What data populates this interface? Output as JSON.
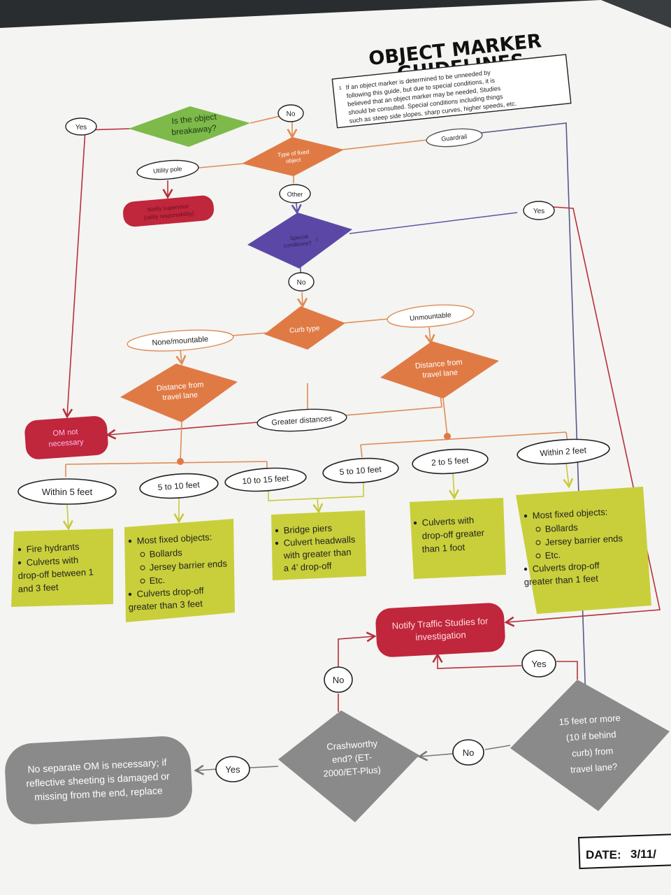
{
  "title": {
    "line1": "OBJECT MARKER",
    "line2": "GUIDELINES"
  },
  "footnote": {
    "marker": "1",
    "lines": [
      "If an object marker is determined to be unneeded by",
      "following this guide, but due to special conditions, it is",
      "believed that an object marker may be needed, Studies",
      "should be consulted. Special conditions including things",
      "such as steep side slopes, sharp curves, higher speeds, etc."
    ]
  },
  "nodes": {
    "breakaway": {
      "lines": [
        "Is the object",
        "breakaway?"
      ]
    },
    "fixed_type": {
      "lines": [
        "Type of fixed",
        "object"
      ]
    },
    "special": {
      "lines": [
        "Special",
        "conditions?"
      ],
      "superscript": "1"
    },
    "curb": {
      "lines": [
        "Curb type"
      ]
    },
    "dist_left": {
      "lines": [
        "Distance from",
        "travel lane"
      ]
    },
    "dist_right": {
      "lines": [
        "Distance from",
        "travel lane"
      ]
    },
    "notify_supervisor": {
      "lines": [
        "Notify supervisor",
        "(utility responsibility)"
      ]
    },
    "om_not": {
      "lines": [
        "OM not",
        "necessary"
      ]
    },
    "notify_studies": {
      "lines": [
        "Notify Traffic Studies for",
        "investigation"
      ]
    },
    "crashworthy": {
      "lines": [
        "Crashworthy",
        "end? (ET-",
        "2000/ET-Plus)"
      ]
    },
    "fifteen": {
      "lines": [
        "15 feet or more",
        "(10 if behind",
        "curb) from",
        "travel lane?"
      ]
    },
    "no_separate": {
      "lines": [
        "No separate OM is necessary; if",
        "reflective sheeting is damaged or",
        "missing from the end, replace"
      ]
    }
  },
  "labels": {
    "yes_breakaway": "Yes",
    "no_breakaway": "No",
    "guardrail": "Guardrail",
    "utility_pole": "Utility pole",
    "other": "Other",
    "yes_special": "Yes",
    "no_special": "No",
    "none_mountable": "None/mountable",
    "unmountable": "Unmountable",
    "greater_distances": "Greater distances",
    "within5": "Within 5 feet",
    "l_5to10": "5 to 10 feet",
    "l_10to15": "10 to 15 feet",
    "r_5to10": "5 to 10 feet",
    "r_2to5": "2 to 5 feet",
    "within2": "Within 2 feet",
    "no_crash": "No",
    "yes_fifteen": "Yes",
    "no_fifteen": "No",
    "yes_crash": "Yes"
  },
  "boxes": {
    "b1": {
      "items": [
        {
          "text": "Fire hydrants",
          "level": 0
        },
        {
          "text": "Culverts with",
          "level": 0
        },
        {
          "text": "drop-off between 1",
          "level": -1
        },
        {
          "text": "and 3 feet",
          "level": -1
        }
      ]
    },
    "b2": {
      "items": [
        {
          "text": "Most fixed objects:",
          "level": 0
        },
        {
          "text": "Bollards",
          "level": 1
        },
        {
          "text": "Jersey barrier ends",
          "level": 1
        },
        {
          "text": "Etc.",
          "level": 1
        },
        {
          "text": "Culverts drop-off",
          "level": 0
        },
        {
          "text": "greater than 3 feet",
          "level": -1
        }
      ]
    },
    "b3": {
      "items": [
        {
          "text": "Bridge piers",
          "level": 0
        },
        {
          "text": "Culvert headwalls",
          "level": 0
        },
        {
          "text": "with greater than",
          "level": -2
        },
        {
          "text": "a 4’ drop-off",
          "level": -2
        }
      ]
    },
    "b4": {
      "items": [
        {
          "text": "Culverts with",
          "level": 0
        },
        {
          "text": "drop-off greater",
          "level": -2
        },
        {
          "text": "than 1 foot",
          "level": -2
        }
      ]
    },
    "b5": {
      "items": [
        {
          "text": "Most fixed objects:",
          "level": 0
        },
        {
          "text": "Bollards",
          "level": 1
        },
        {
          "text": "Jersey barrier ends",
          "level": 1
        },
        {
          "text": "Etc.",
          "level": 1
        },
        {
          "text": "Culverts drop-off",
          "level": 0
        },
        {
          "text": "greater than 1 feet",
          "level": -1
        }
      ]
    }
  },
  "date": {
    "label": "DATE:",
    "value": "3/11/"
  },
  "colors": {
    "green": "#7dba4a",
    "orange": "#e07a45",
    "purple": "#5b48a6",
    "red": "#c0263c",
    "gray": "#8a8a8a",
    "yellow": "#c9cf3a",
    "line_orange": "#de8c55",
    "line_red": "#b5303a",
    "line_purple": "#5a57a8",
    "line_yellow": "#c8c93a"
  }
}
